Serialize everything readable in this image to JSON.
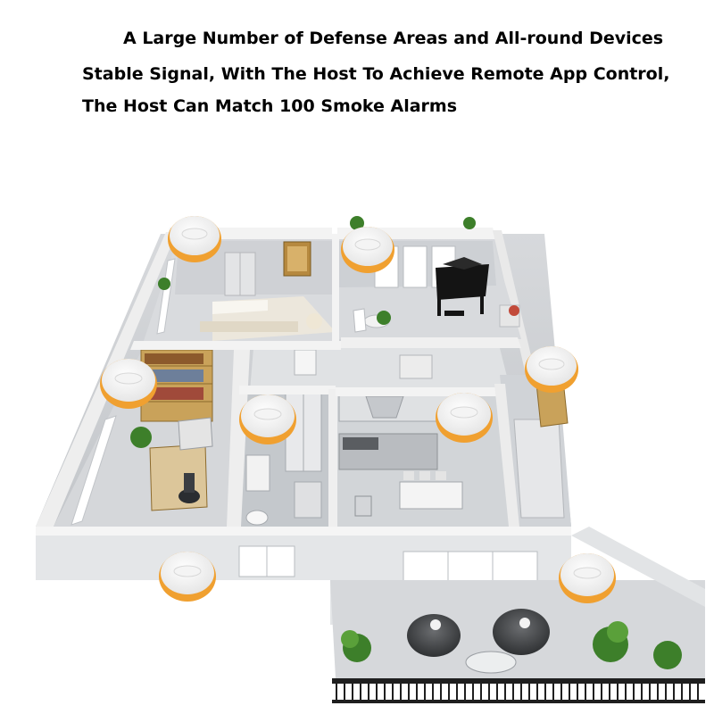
{
  "headline": "A Large Number of Defense Areas and All-round Devices",
  "description_lines": [
    "Stable Signal, With The Host To Achieve Remote App Control,",
    "The Host Can Match 100 Smoke Alarms"
  ],
  "colors": {
    "alarm_ring": "#f0a030",
    "alarm_body": "#f7f7f7",
    "wall_top": "#f1f1f1",
    "wall_side": "#d3d5d8",
    "floor": "#c9cbcf",
    "wood": "#c9a25a",
    "plant": "#3d7f2a"
  }
}
